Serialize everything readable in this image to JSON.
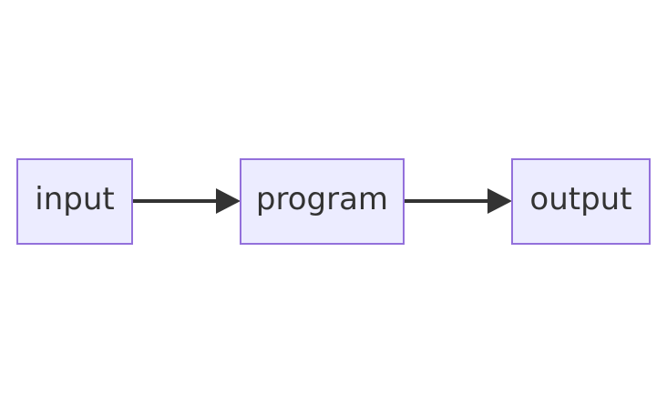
{
  "colors": {
    "node_fill": "#ECECFF",
    "node_stroke": "#9370DB",
    "edge": "#333333",
    "text": "#333333",
    "background": "#FFFFFF"
  },
  "nodes": [
    {
      "id": "input",
      "label": "input"
    },
    {
      "id": "program",
      "label": "program"
    },
    {
      "id": "output",
      "label": "output"
    }
  ],
  "edges": [
    {
      "from": "input",
      "to": "program"
    },
    {
      "from": "program",
      "to": "output"
    }
  ]
}
